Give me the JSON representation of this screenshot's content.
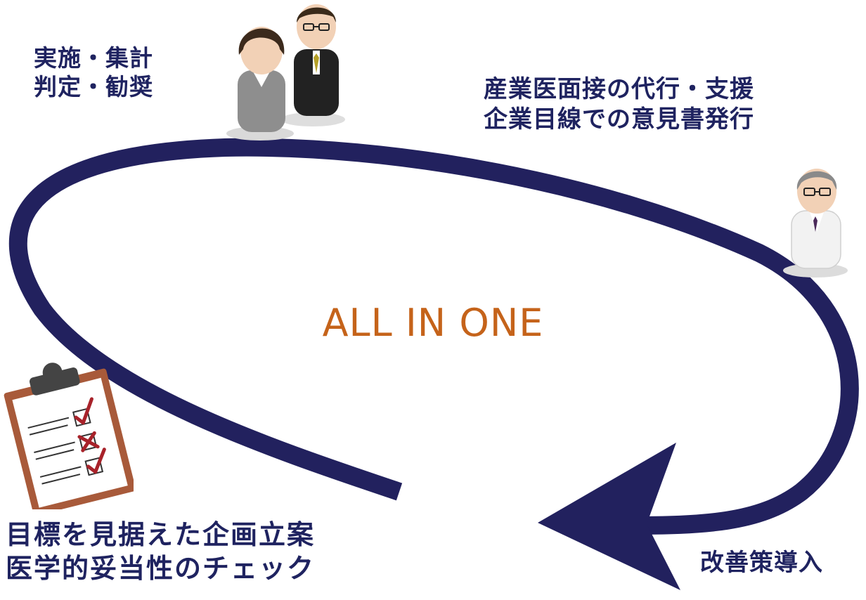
{
  "colors": {
    "accent": "#c5631a",
    "label": "#1f2360",
    "cycle_arrow": "#22215e"
  },
  "center": {
    "text": "ALL IN ONE"
  },
  "labels": {
    "top_left": [
      "実施・集計",
      "判定・勧奨"
    ],
    "top_right": [
      "産業医面接の代行・支援",
      "企業目線での意見書発行"
    ],
    "bottom_left": [
      "目標を見据えた企画立案",
      "医学的妥当性のチェック"
    ],
    "bottom_right": [
      "改善策導入"
    ]
  },
  "icons": {
    "business_people": "business-people-icon",
    "doctor": "doctor-icon",
    "clipboard": "clipboard-checklist-icon",
    "arrow": "cycle-arrow"
  }
}
